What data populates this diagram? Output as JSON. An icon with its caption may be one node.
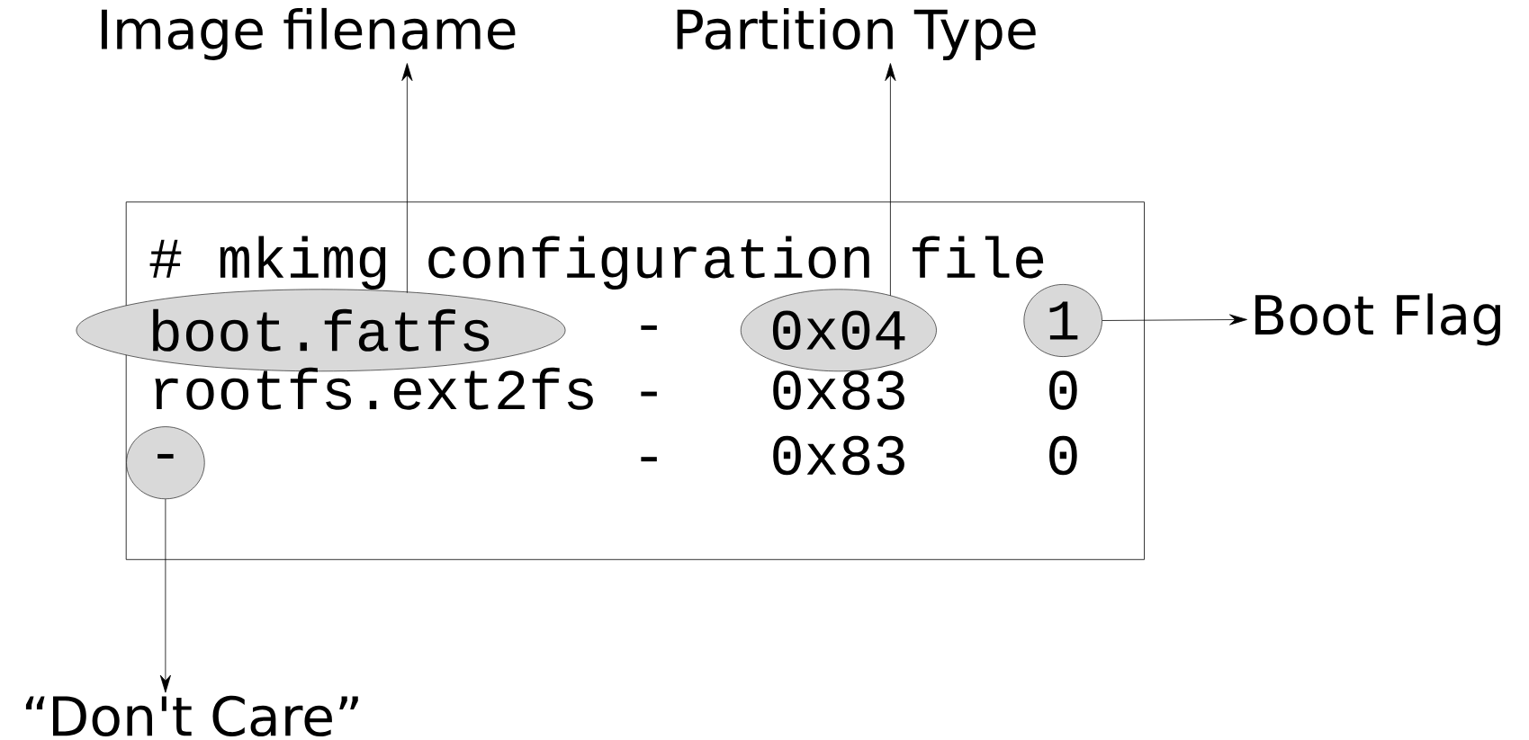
{
  "diagram": {
    "nodes": [
      {
        "text": [
          "# mkimg configuration file"
        ]
      },
      {
        "text": [
          "Image filename"
        ]
      },
      {
        "text": [
          "Partition Type"
        ]
      },
      {
        "text": [
          "boot.fatfs"
        ],
        "in": 0
      },
      {
        "text": [
          "0x04"
        ],
        "in": 0
      },
      {
        "text": [
          "1"
        ],
        "in": 0
      },
      {
        "text": [
          "Boot Flag"
        ]
      },
      {
        "text": [
          "-"
        ],
        "in": 0
      },
      {
        "text": [
          "“Don't Care”"
        ]
      }
    ],
    "edges": [
      {
        "from": 3,
        "to": 1,
        "arrow": "to"
      },
      {
        "from": 4,
        "to": 2,
        "arrow": "to"
      },
      {
        "from": 5,
        "to": 6,
        "arrow": "to"
      },
      {
        "from": 7,
        "to": 8,
        "arrow": "to"
      }
    ],
    "labels": [
      "-",
      "rootfs.ext2fs",
      "-",
      "0x83",
      "0",
      "-",
      "0x83",
      "0"
    ]
  }
}
